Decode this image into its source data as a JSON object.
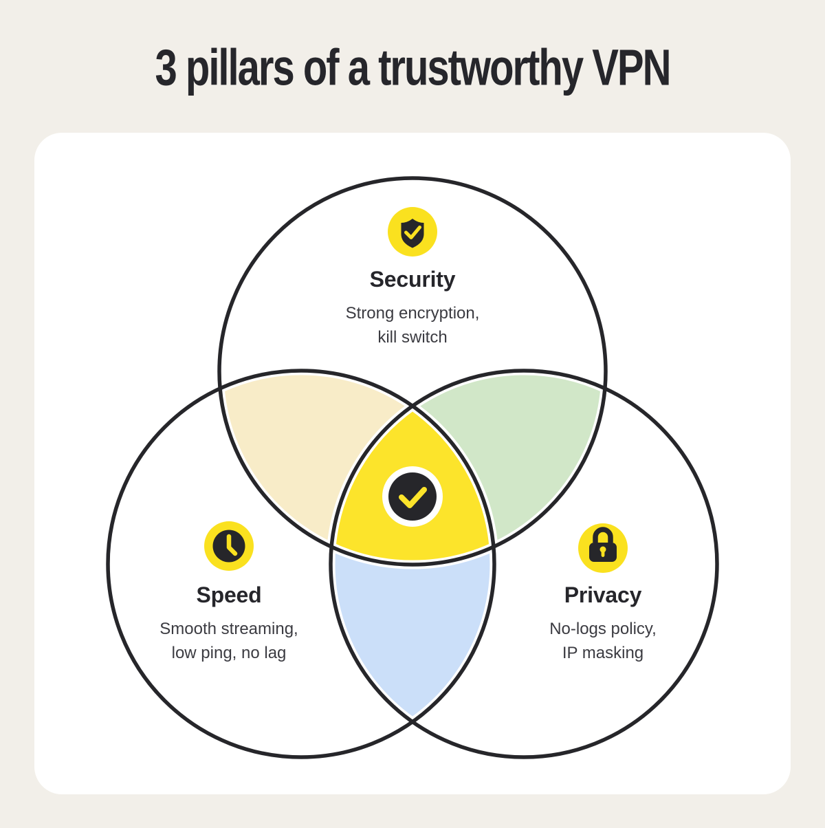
{
  "title": "3 pillars of a trustworthy VPN",
  "colors": {
    "page_background": "#F2EFE9",
    "card_background": "#FFFFFF",
    "outline_dark": "#26262A",
    "accent_yellow": "#FAE11F",
    "center_yellow": "#FCE42B",
    "overlap_cream": "#F8ECC8",
    "overlap_green": "#D1E7C8",
    "overlap_blue": "#CBDFF9",
    "heading_text": "#26262B",
    "body_text": "#3B3B41"
  },
  "diagram": {
    "center_badge_icon": "check-icon",
    "sections": [
      {
        "id": "security",
        "label": "Security",
        "icon": "shield-check-icon",
        "desc": [
          "Strong encryption,",
          "kill switch"
        ]
      },
      {
        "id": "speed",
        "label": "Speed",
        "icon": "clock-icon",
        "desc": [
          "Smooth streaming,",
          "low ping, no lag"
        ]
      },
      {
        "id": "privacy",
        "label": "Privacy",
        "icon": "lock-icon",
        "desc": [
          "No-logs policy,",
          "IP masking"
        ]
      }
    ]
  }
}
